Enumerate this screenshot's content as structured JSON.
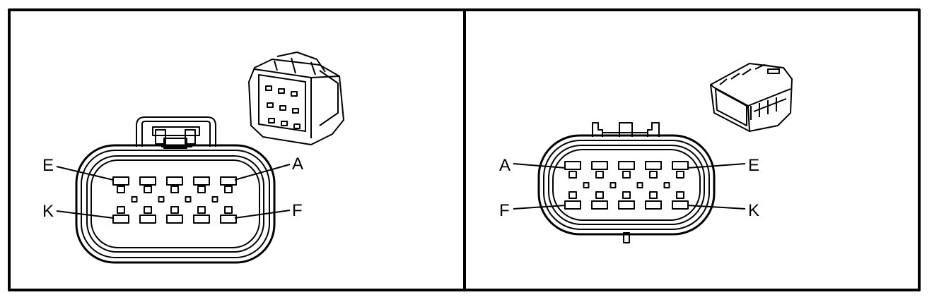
{
  "panels": [
    {
      "view": "terminal-side",
      "labels": {
        "top_left": "E",
        "top_right": "A",
        "bottom_left": "K",
        "bottom_right": "F"
      }
    },
    {
      "view": "harness-side",
      "labels": {
        "top_left": "A",
        "top_right": "E",
        "bottom_left": "F",
        "bottom_right": "K"
      }
    }
  ],
  "colors": {
    "line": "#000000",
    "background": "#ffffff"
  }
}
